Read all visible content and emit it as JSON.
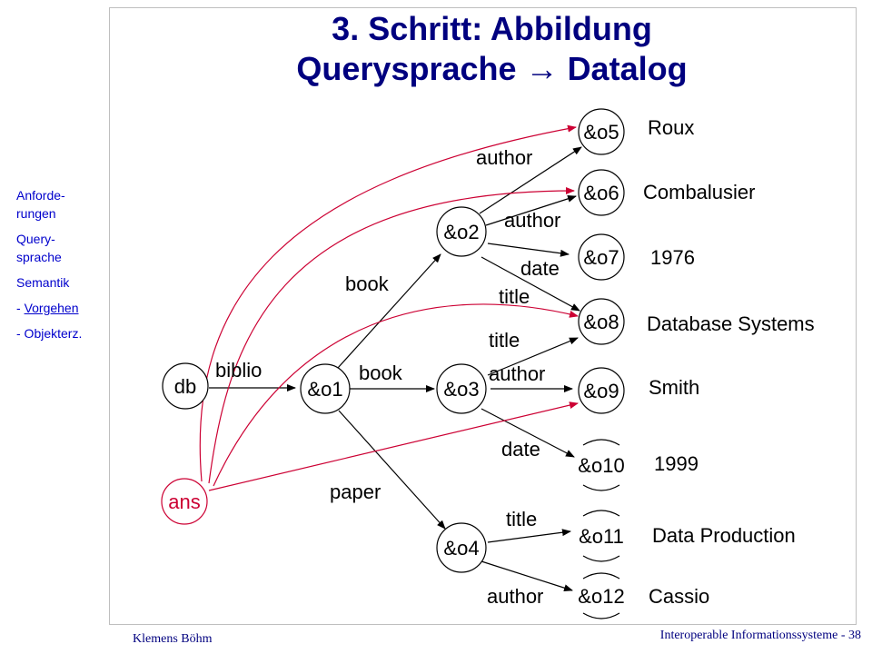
{
  "title": {
    "line1": "3. Schritt: Abbildung",
    "line2_part1": "Querysprache",
    "arrow": "→",
    "line2_part2": "Datalog"
  },
  "nav": [
    {
      "label": "Anforde-\nrungen",
      "underline": false
    },
    {
      "label": "Query-\nsprache",
      "underline": false
    },
    {
      "label": "Semantik",
      "underline": false
    },
    {
      "label": "- ",
      "label2": "Vorgehen",
      "underline": true
    },
    {
      "label": "- Objekterz.",
      "underline": false
    }
  ],
  "footer": {
    "author": "Klemens Böhm",
    "course": "Interoperable Informationssysteme - 38"
  },
  "colors": {
    "title": "#00007f",
    "nav": "#0000cc",
    "ans": "#cc0033",
    "black": "#000000"
  },
  "nodes": {
    "db": "db",
    "ans": "ans",
    "o1": "&o1",
    "o2": "&o2",
    "o3": "&o3",
    "o4": "&o4",
    "o5": "&o5",
    "o6": "&o6",
    "o7": "&o7",
    "o8": "&o8",
    "o9": "&o9",
    "o10": "&o10",
    "o11": "&o11",
    "o12": "&o12"
  },
  "edge_labels": {
    "biblio": "biblio",
    "book1": "book",
    "book2": "book",
    "paper": "paper",
    "author_o5": "author",
    "author_o6": "author",
    "date_o7": "date",
    "title_o8_a": "title",
    "title_o8_b": "title",
    "author_o9": "author",
    "date_o10": "date",
    "title_o11": "title",
    "author_o12": "author"
  },
  "values": {
    "o5": "Roux",
    "o6": "Combalusier",
    "o7": "1976",
    "o8": "Database Systems",
    "o9": "Smith",
    "o10": "1999",
    "o11": "Data Production",
    "o12": "Cassio"
  }
}
